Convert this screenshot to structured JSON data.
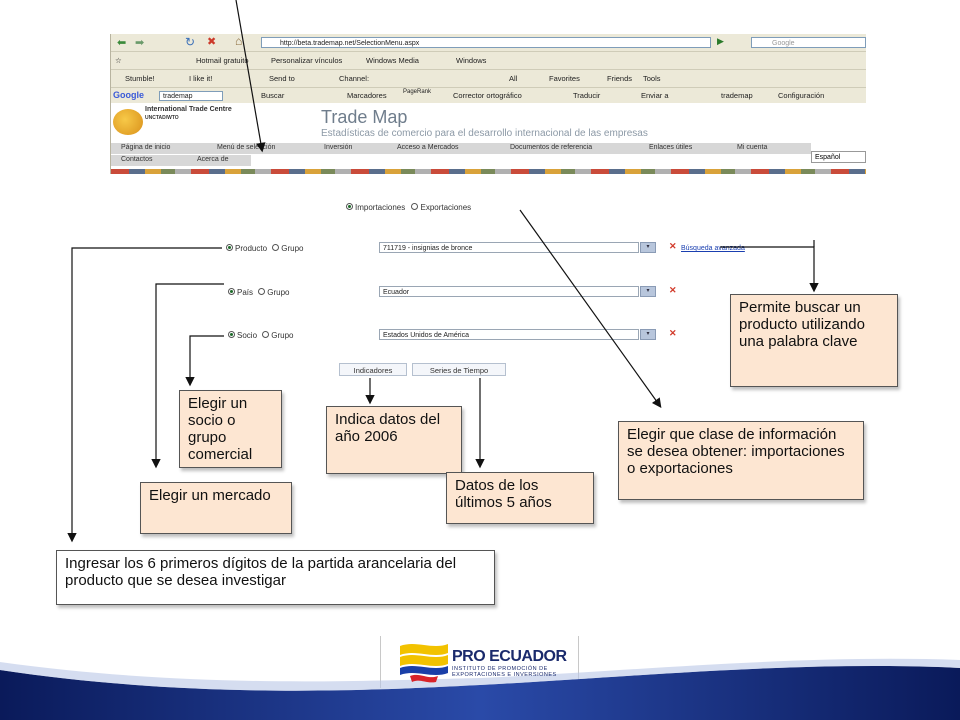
{
  "browser": {
    "url": "http://beta.trademap.net/SelectionMenu.aspx",
    "search_placeholder": "Google",
    "links_bar": [
      "Hotmail gratuito",
      "Personalizar vínculos",
      "Windows Media",
      "Windows"
    ],
    "toolbar1": {
      "stumble": "Stumble!",
      "ilike": "I like it!",
      "send": "Send to",
      "channel": "Channel:",
      "all": "All",
      "favorites": "Favorites",
      "friends": "Friends",
      "tools": "Tools"
    },
    "toolbar2": {
      "google": "Google",
      "search_value": "trademap",
      "buscar": "Buscar",
      "marcadores": "Marcadores",
      "pagerank": "PageRank",
      "corrector": "Corrector ortográfico",
      "traducir": "Traducir",
      "enviar": "Enviar a",
      "trademap": "trademap",
      "config": "Configuración"
    }
  },
  "site": {
    "org": "International Trade Centre",
    "org_sub": "UNCTAD/WTO",
    "title": "Trade Map",
    "subtitle": "Estadísticas de comercio para el desarrollo internacional de las empresas",
    "nav": [
      "Página de inicio",
      "Menú de selección",
      "Inversión",
      "Acceso a Mercados",
      "Documentos de referencia",
      "Enlaces útiles",
      "Mi cuenta"
    ],
    "nav2": [
      "Contactos",
      "Acerca de"
    ],
    "language": "Español"
  },
  "form": {
    "trade_type": {
      "importaciones": "Importaciones",
      "exportaciones": "Exportaciones"
    },
    "producto": {
      "label": "Producto",
      "group": "Grupo",
      "value": "711719 - insignias de bronce"
    },
    "pais": {
      "label": "País",
      "group": "Grupo",
      "value": "Ecuador"
    },
    "socio": {
      "label": "Socio",
      "group": "Grupo",
      "value": "Estados Unidos de América"
    },
    "busqueda": "Búsqueda avanzada",
    "btn_indicadores": "Indicadores",
    "btn_series": "Series de Tiempo"
  },
  "callouts": {
    "buscar": "Permite buscar un producto utilizando una palabra clave",
    "socio": "Elegir un socio o grupo comercial",
    "indica": "Indica datos del año 2006",
    "clase": "Elegir que clase de información se desea obtener: importaciones o exportaciones",
    "mercado": "Elegir un mercado",
    "series": "Datos de los últimos 5 años",
    "partida": "Ingresar los 6 primeros dígitos de la partida arancelaria del producto que se desea investigar"
  },
  "footer": {
    "logo_main": "PRO ECUADOR",
    "logo_sub1": "INSTITUTO DE PROMOCIÓN DE",
    "logo_sub2": "EXPORTACIONES E INVERSIONES"
  }
}
